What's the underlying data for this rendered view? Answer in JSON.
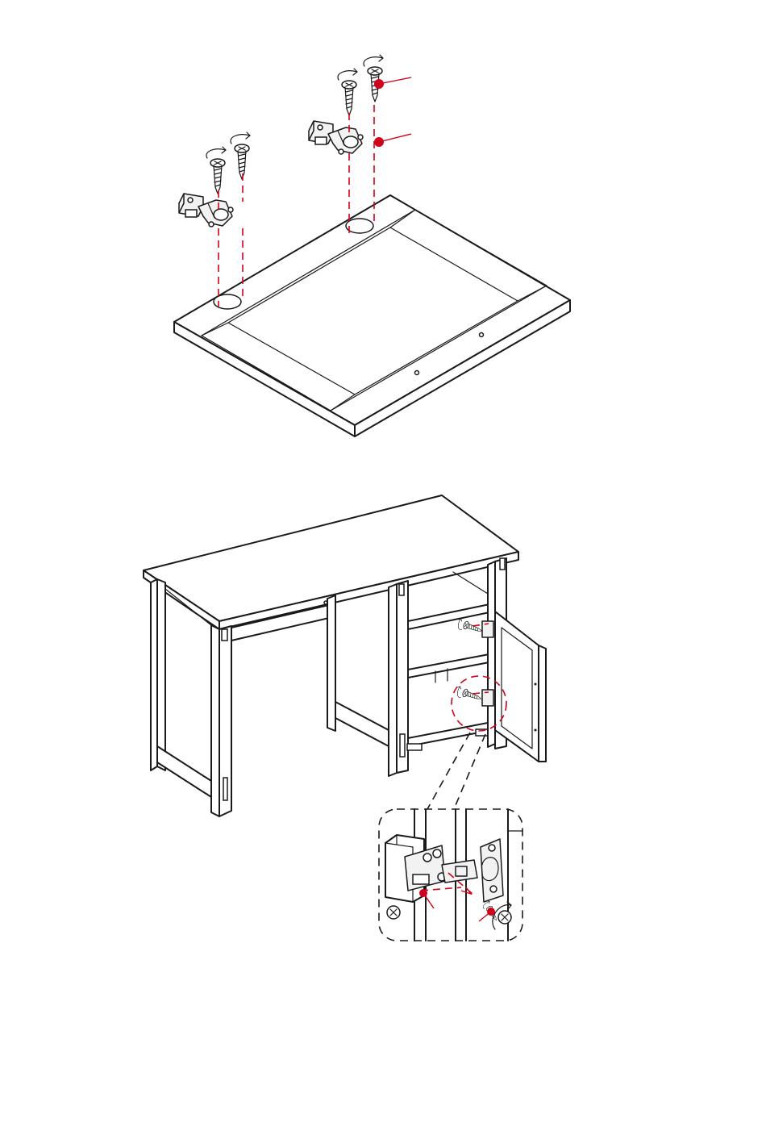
{
  "page": {
    "title": "",
    "accent_color": "#d0021b",
    "line_color": "#1a1a1a"
  },
  "steps": [
    {
      "figure": "door-panel-hinge-install",
      "parts": [
        "door-panel",
        "hinge",
        "hinge",
        "screw",
        "screw",
        "screw",
        "screw"
      ],
      "callouts": 2
    },
    {
      "figure": "desk-door-attach",
      "parts": [
        "desk",
        "door",
        "hinge-detail"
      ],
      "callouts": 2
    }
  ],
  "icons": [
    "screw-icon",
    "hinge-icon",
    "rotate-arrow-icon",
    "callout-dot-icon"
  ]
}
